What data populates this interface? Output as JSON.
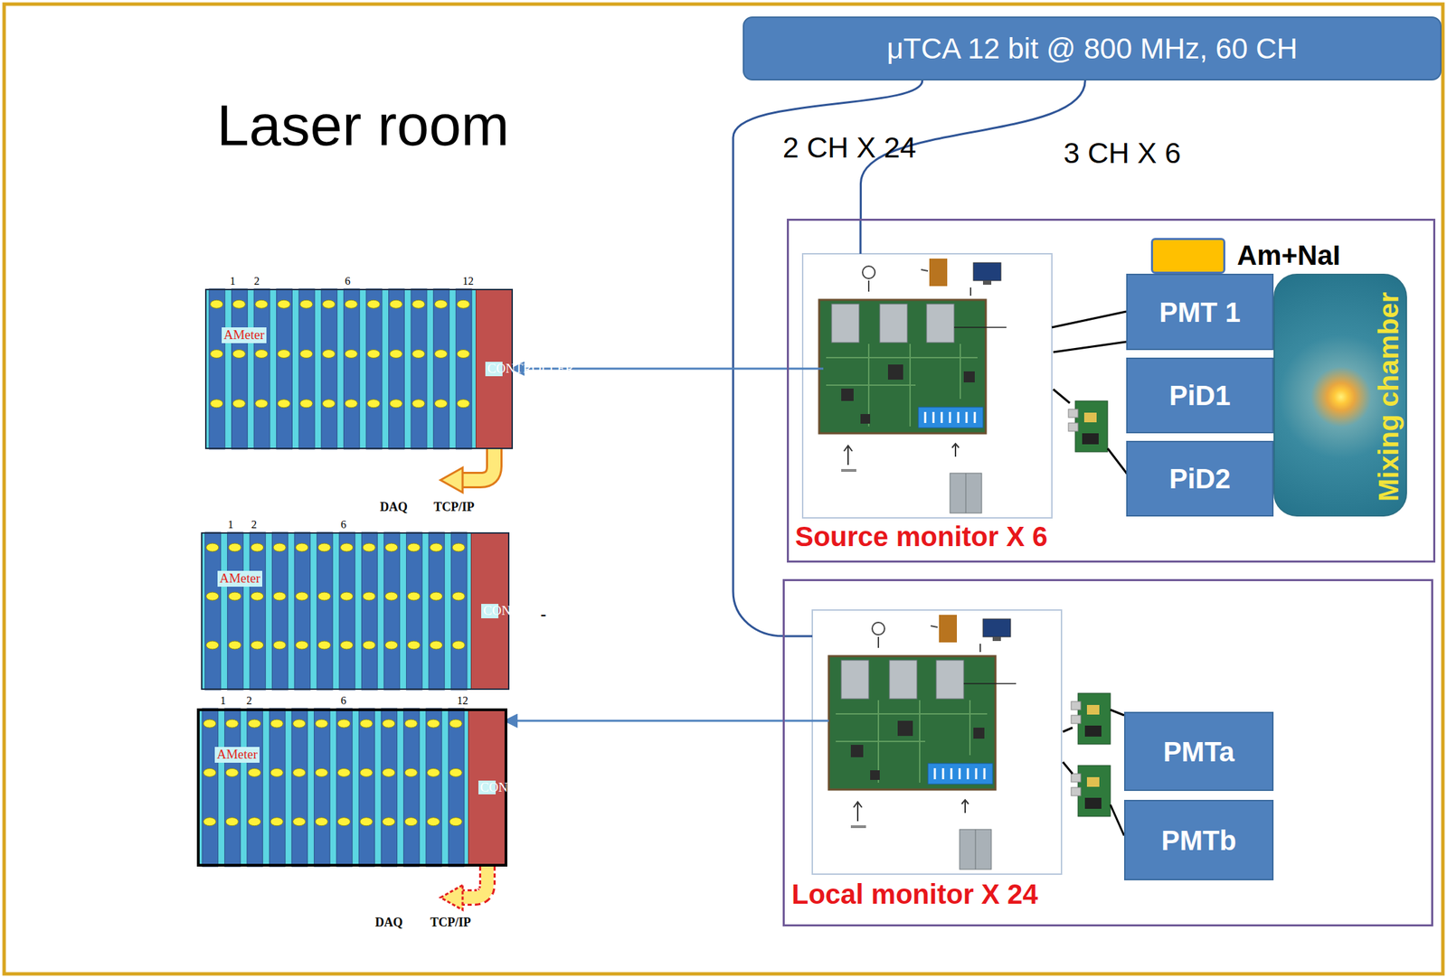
{
  "diagram": {
    "nodes": [
      {
        "text": [
          "μTCA 12 bit @ 800 MHz, 60 CH"
        ]
      },
      {
        "text": [
          "AMeter"
        ]
      },
      {
        "text": [
          "CONTROLLER"
        ],
        "in": 1
      },
      {
        "text": [
          "Source monitor X 6"
        ]
      },
      {
        "text": [
          "Am+NaI"
        ],
        "in": 3
      },
      {
        "text": [
          "PMT 1"
        ],
        "in": 3
      },
      {
        "text": [
          "PiD1"
        ],
        "in": 3
      },
      {
        "text": [
          "PiD2"
        ],
        "in": 3
      },
      {
        "text": [
          "Mixing chamber"
        ],
        "in": 3
      },
      {
        "text": [
          "AMeter"
        ]
      },
      {
        "text": [
          "CONTROLLER"
        ],
        "in": 9
      },
      {
        "text": [
          "AMeter"
        ]
      },
      {
        "text": [
          "CONTROLLER"
        ],
        "in": 11
      },
      {
        "text": [
          "Local monitor X 24"
        ]
      },
      {
        "text": [
          "PMTa"
        ],
        "in": 13
      },
      {
        "text": [
          "PMTb"
        ],
        "in": 13
      }
    ],
    "edges": [
      {
        "from": 0,
        "to": 3,
        "label": "3 CH X 6",
        "arrow": "none"
      },
      {
        "from": 0,
        "to": 13,
        "label": "2 CH X 24",
        "arrow": "none"
      },
      {
        "from": 3,
        "to": 2,
        "arrow": "to"
      },
      {
        "from": 13,
        "to": 12,
        "arrow": "to"
      }
    ],
    "labels": [
      "Laser room",
      "1",
      "2",
      "6",
      "12",
      "DAQ",
      "TCP/IP",
      "1",
      "2",
      "6",
      "-",
      "1",
      "2",
      "6",
      "12",
      "DAQ",
      "TCP/IP"
    ]
  }
}
